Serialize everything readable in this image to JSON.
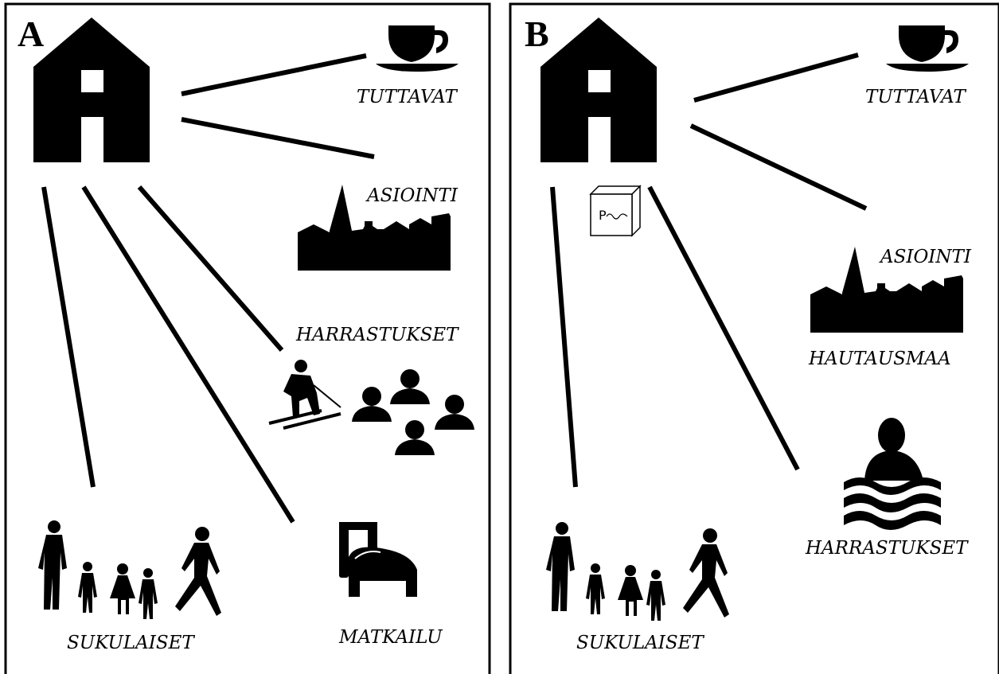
{
  "panels": [
    {
      "letter": "A",
      "labels": {
        "tuttavat": "TUTTAVAT",
        "asiointi": "ASIOINTI",
        "harrastukset": "HARRASTUKSET",
        "sukulaiset": "SUKULAISET",
        "matkailu": "MATKAILU"
      }
    },
    {
      "letter": "B",
      "labels": {
        "tuttavat": "TUTTAVAT",
        "asiointi": "ASIOINTI",
        "hautausmaa": "HAUTAUSMAA",
        "harrastukset": "HARRASTUKSET",
        "sukulaiset": "SUKULAISET",
        "mailbox": "P"
      }
    }
  ],
  "colors": {
    "ink": "#000000",
    "background": "#ffffff"
  },
  "icons": [
    "house-icon",
    "coffee-cup-icon",
    "town-skyline-icon",
    "skier-icon",
    "group-people-icon",
    "family-icon",
    "bed-icon",
    "mailbox-icon",
    "swimmer-icon"
  ]
}
